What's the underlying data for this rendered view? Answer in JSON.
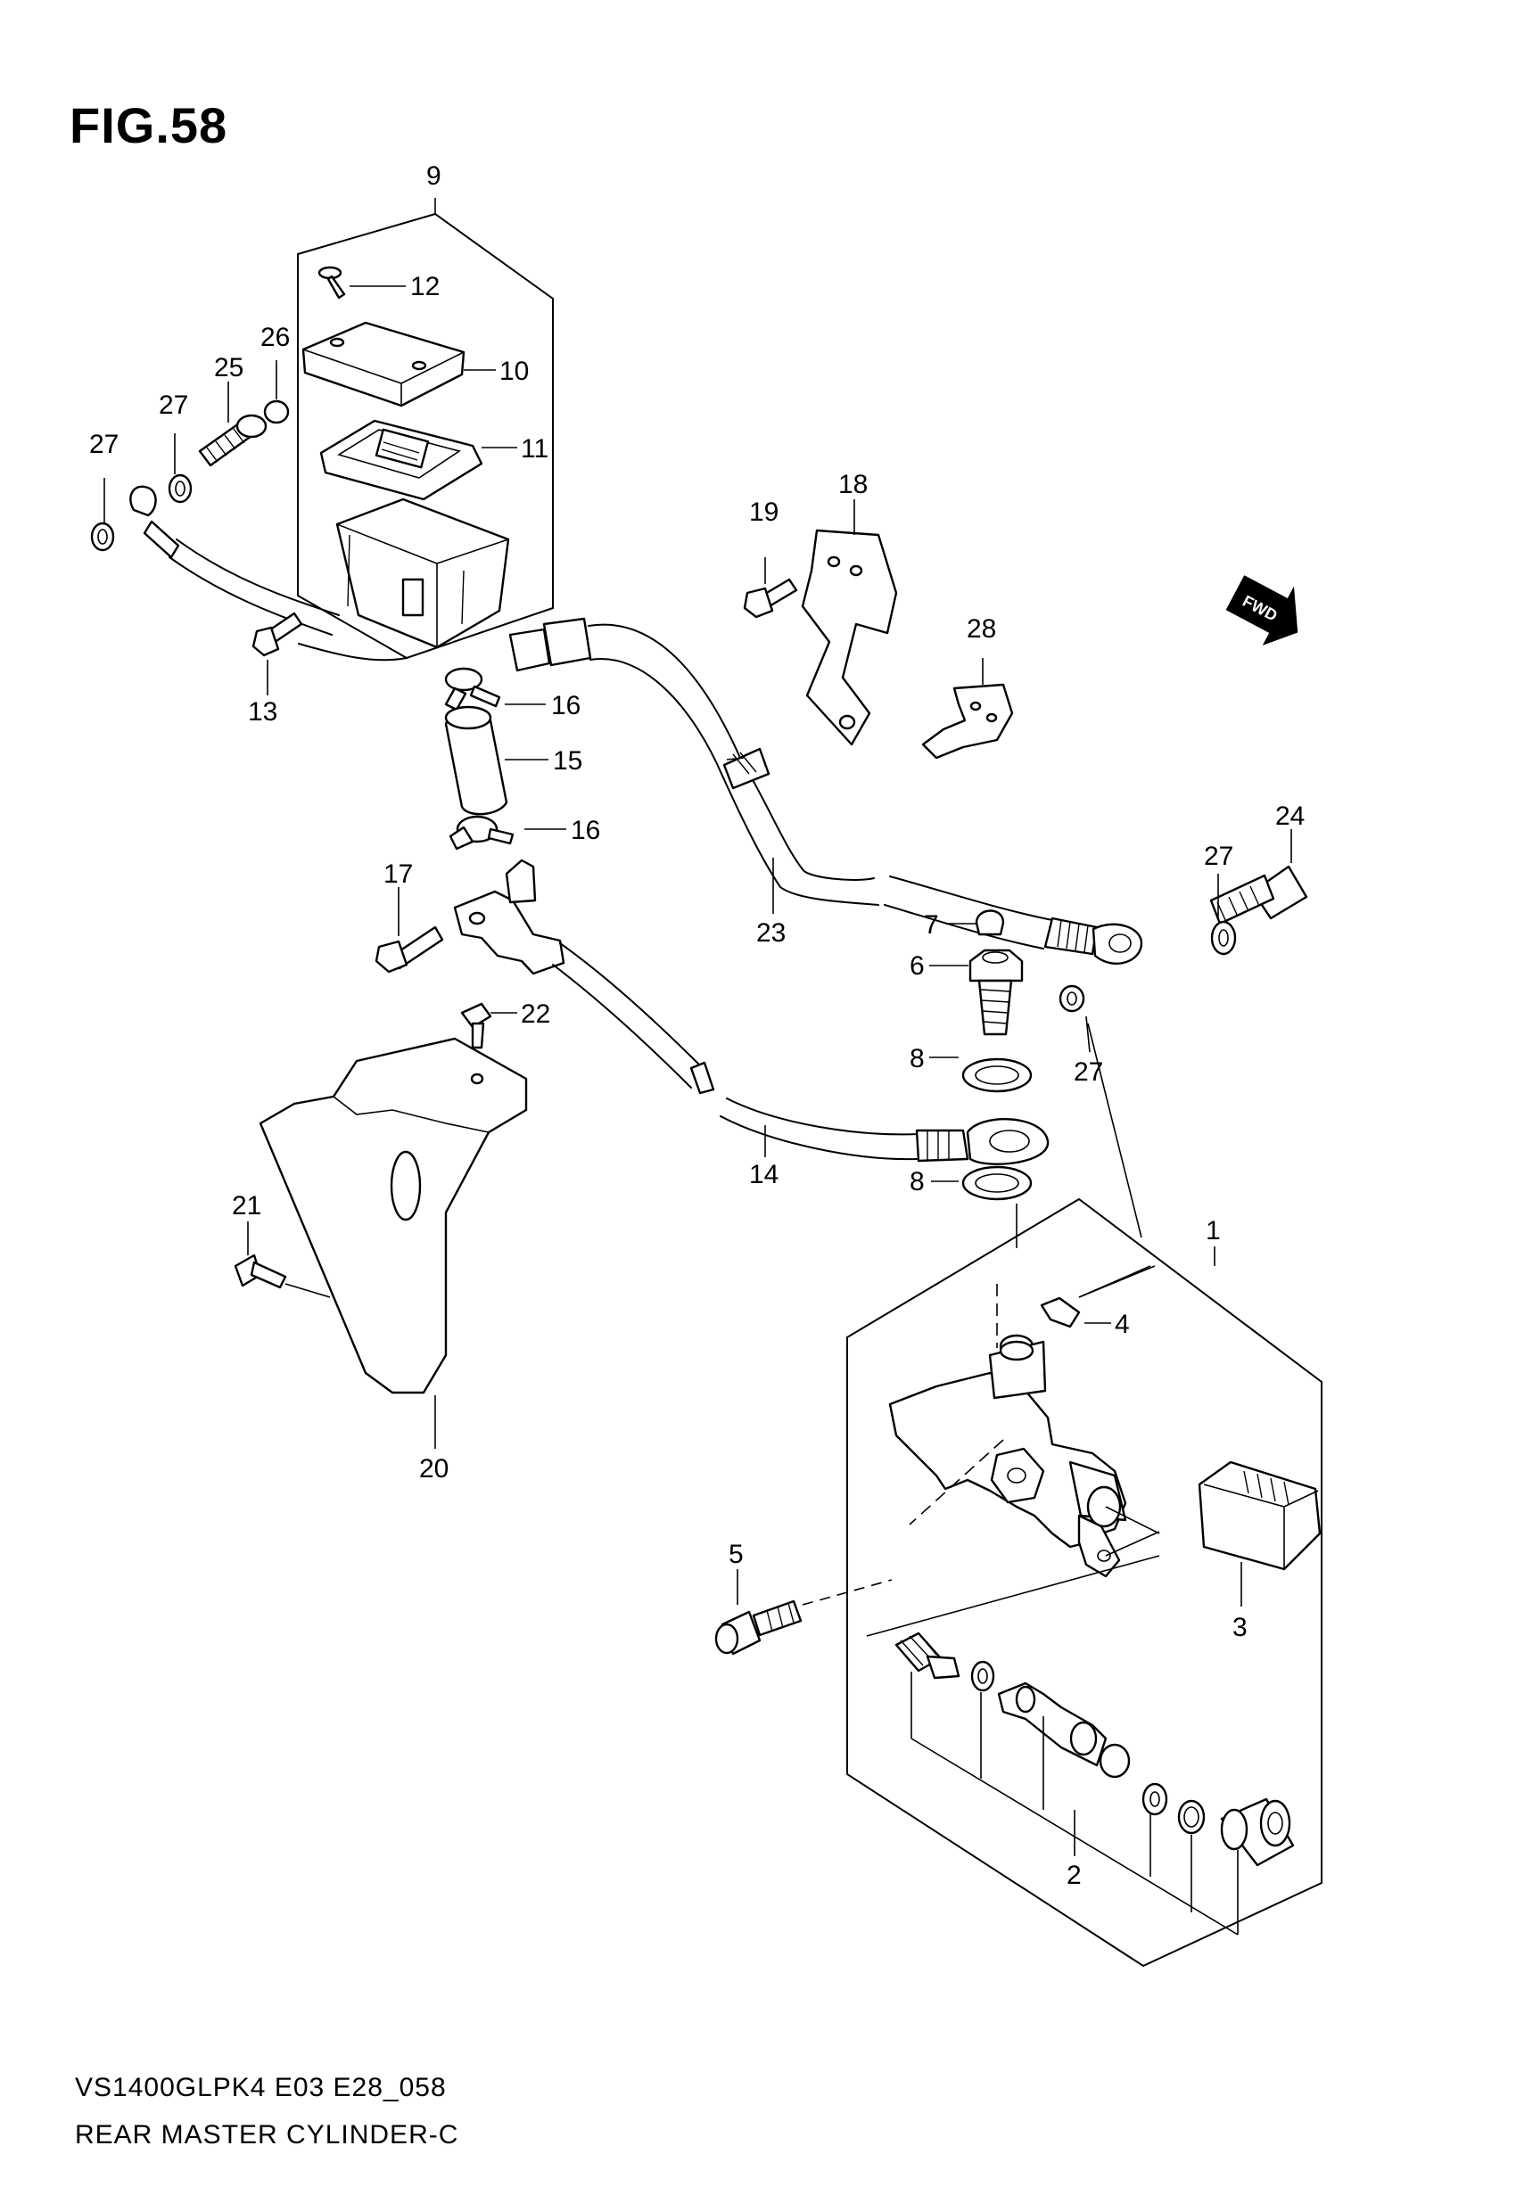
{
  "figure_title": "FIG.58",
  "footer": {
    "model_code": "VS1400GLPK4 E03 E28_058",
    "name": "REAR MASTER CYLINDER-C"
  },
  "fwd_label": "FWD",
  "callouts": {
    "c1": "1",
    "c2": "2",
    "c3": "3",
    "c4": "4",
    "c5": "5",
    "c6": "6",
    "c7": "7",
    "c8a": "8",
    "c8b": "8",
    "c9": "9",
    "c10": "10",
    "c11": "11",
    "c12": "12",
    "c13": "13",
    "c14": "14",
    "c15": "15",
    "c16a": "16",
    "c16b": "16",
    "c17": "17",
    "c18": "18",
    "c19": "19",
    "c20": "20",
    "c21": "21",
    "c22": "22",
    "c23": "23",
    "c24": "24",
    "c25": "25",
    "c26": "26",
    "c27a": "27",
    "c27b": "27",
    "c27c": "27",
    "c27d": "27",
    "c28": "28"
  }
}
